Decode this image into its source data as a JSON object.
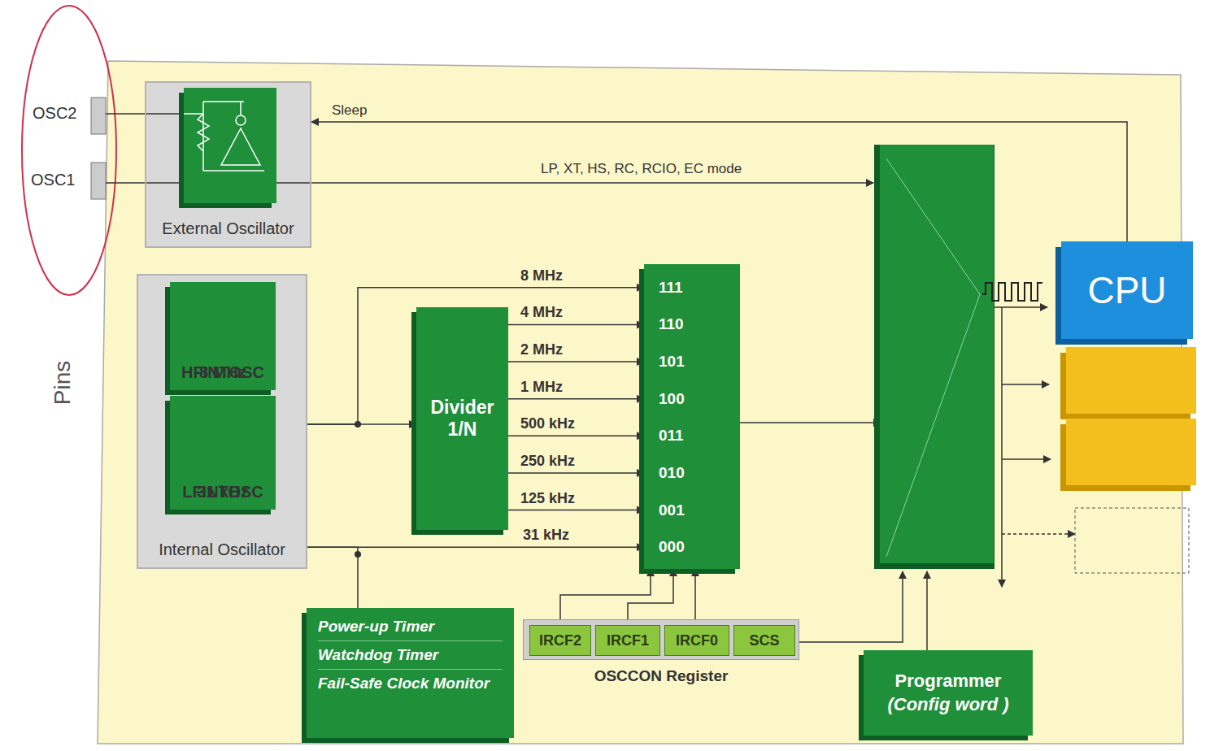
{
  "diagram": {
    "nodes": [
      {
        "text": [
          "External Oscillator"
        ]
      },
      {
        "text": [
          "Internal Oscillator"
        ]
      },
      {
        "text": [
          "HFINTOSC",
          "8 MHz"
        ],
        "in": 1
      },
      {
        "text": [
          "LFINTOSC",
          "31 kHz"
        ],
        "in": 1
      },
      {
        "text": [
          "Divider 1/N"
        ]
      },
      {
        "text": [
          "111",
          "110",
          "101",
          "100",
          "011",
          "010",
          "001",
          "000"
        ]
      },
      {
        "text": [
          "CPU"
        ]
      },
      {
        "text": [
          "Power-up Timer",
          "Watchdog Timer",
          "Fail-Safe Clock Monitor"
        ]
      },
      {
        "text": [
          "OSCCON Register"
        ]
      },
      {
        "text": [
          "IRCF2"
        ],
        "in": 8
      },
      {
        "text": [
          "IRCF1"
        ],
        "in": 8
      },
      {
        "text": [
          "IRCF0"
        ],
        "in": 8
      },
      {
        "text": [
          "SCS"
        ],
        "in": 8
      },
      {
        "text": [
          "Programmer",
          "(Config word )"
        ]
      }
    ],
    "edges": [
      {
        "from": 6,
        "to": 0,
        "arrow": "to",
        "label": "Sleep"
      },
      {
        "from": 1,
        "to": 4,
        "arrow": "to"
      },
      {
        "from": 1,
        "to": 5,
        "arrow": "to",
        "label": "8 MHz"
      },
      {
        "from": 4,
        "to": 5,
        "arrow": "to",
        "label": "4 MHz"
      },
      {
        "from": 4,
        "to": 5,
        "arrow": "to",
        "label": "2 MHz"
      },
      {
        "from": 4,
        "to": 5,
        "arrow": "to",
        "label": "1 MHz"
      },
      {
        "from": 4,
        "to": 5,
        "arrow": "to",
        "label": "500 kHz"
      },
      {
        "from": 4,
        "to": 5,
        "arrow": "to",
        "label": "250 kHz"
      },
      {
        "from": 4,
        "to": 5,
        "arrow": "to",
        "label": "125 kHz"
      },
      {
        "from": 1,
        "to": 5,
        "arrow": "to",
        "label": "31 kHz"
      },
      {
        "from": 1,
        "to": 7,
        "arrow": "none"
      },
      {
        "from": 9,
        "to": 5,
        "arrow": "to"
      },
      {
        "from": 10,
        "to": 5,
        "arrow": "to"
      },
      {
        "from": 11,
        "to": 5,
        "arrow": "to"
      }
    ],
    "labels": [
      "OSC2",
      "OSC1",
      "Pins",
      "LP, XT, HS, RC, RCIO, EC mode"
    ]
  }
}
